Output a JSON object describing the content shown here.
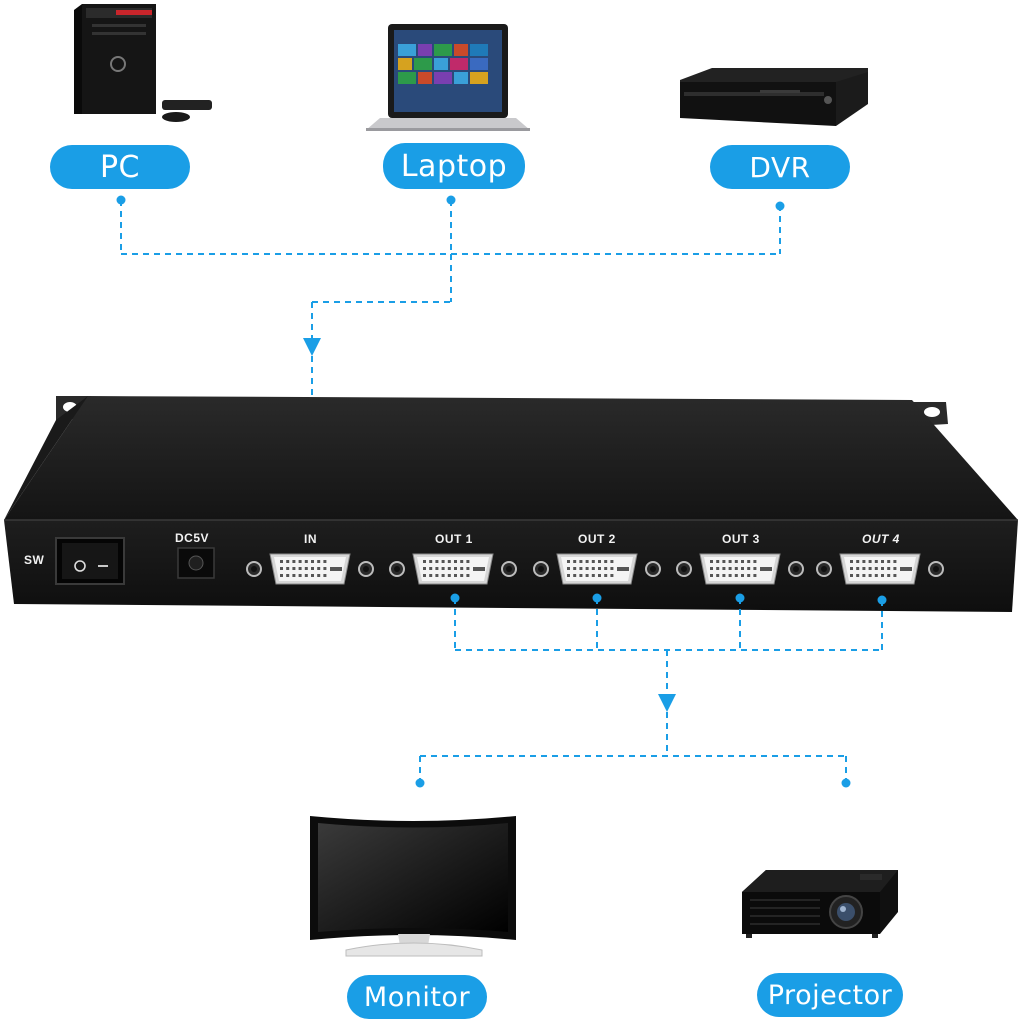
{
  "sources": [
    {
      "label": "PC",
      "icon": "pc-tower-icon"
    },
    {
      "label": "Laptop",
      "icon": "laptop-icon"
    },
    {
      "label": "DVR",
      "icon": "dvr-icon"
    }
  ],
  "splitter": {
    "switch_label": "SW",
    "power_label": "DC5V",
    "input_label": "IN",
    "outputs": [
      "OUT 1",
      "OUT 2",
      "OUT 3",
      "OUT 4"
    ]
  },
  "displays": [
    {
      "label": "Monitor",
      "icon": "monitor-icon"
    },
    {
      "label": "Projector",
      "icon": "projector-icon"
    }
  ],
  "colors": {
    "accent": "#1a9ee6",
    "connector_line": "#1a9ee6",
    "device_body": "#1c1c1c"
  }
}
